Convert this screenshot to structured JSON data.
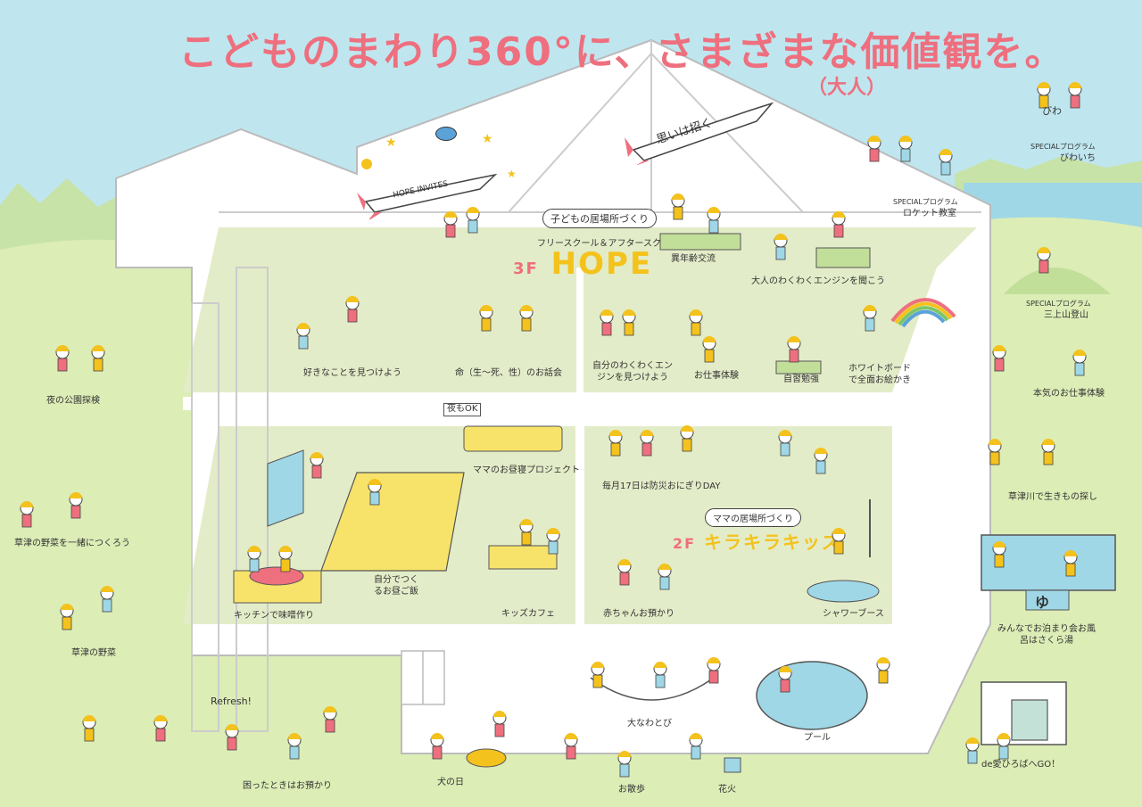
{
  "header": {
    "title": "こどものまわり360°に、さまざまな価値観を。",
    "subtitle": "（大人）"
  },
  "rockets": {
    "left_text": "HOPE INVITES",
    "right_text": "思いは招く"
  },
  "floor3": {
    "kicker": "子どもの居場所づくり",
    "sub": "フリースクール＆アフタースクール",
    "number": "3F",
    "name": "HOPE"
  },
  "floor2": {
    "number": "2F",
    "kicker": "ママの居場所づくり",
    "name": "キラキラキッズ"
  },
  "activities": {
    "roof_exchange": "異年齢交流",
    "roof_engine": "大人のわくわくエンジンを聞こう",
    "f3_favorite": "好きなことを見つけよう",
    "f3_life": "命（生〜死、性）のお話会",
    "f3_engine": "自分のわくわくエンジンを見つけよう",
    "f3_work": "お仕事体験",
    "f3_study": "自習勉強",
    "f3_whiteboard": "ホワイトボードで全面お絵かき",
    "f2_nap_sign": "夜もOK",
    "f2_nap": "ママのお昼寝プロジェクト",
    "f2_onigiri": "毎月17日は防災おにぎりDAY",
    "f2_lunch": "自分でつくるお昼ご飯",
    "f2_cafe": "キッズカフェ",
    "f2_baby": "赤ちゃんお預かり",
    "f2_shower": "シャワーブース",
    "f2_miso": "キッチンで味噌作り",
    "left_park": "夜の公園探検",
    "left_veg_grow": "草津の野菜を一緒につくろう",
    "left_veg": "草津の野菜",
    "bottom_refresh": "Refresh!",
    "bottom_childcare": "困ったときはお預かり",
    "bottom_dog": "犬の日",
    "bottom_walk": "お散歩",
    "bottom_jump": "大なわとび",
    "bottom_fire": "花火",
    "bottom_pool": "プール",
    "right_biwaichi_tag": "SPECIALプログラム",
    "right_biwaichi": "びわいち",
    "right_biwa": "びわ",
    "right_rocket_tag": "SPECIALプログラム",
    "right_rocket": "ロケット教室",
    "right_mikami_tag": "SPECIALプログラム",
    "right_mikami": "三上山登山",
    "right_realwork": "本気のお仕事体験",
    "right_river": "草津川で生きもの探し",
    "right_bath_sign": "ゆ",
    "right_bath": "みんなでお泊まり会お風呂はさくら湯",
    "right_plaza": "de愛ひろばへGO！"
  },
  "colors": {
    "sky": "#bfe6ef",
    "grass": "#dcedb6",
    "floor": "#e3ecc8",
    "house": "#ffffff",
    "accent_pink": "#ee6f7e",
    "accent_yellow": "#f4c21c",
    "water": "#9fd7e6"
  }
}
